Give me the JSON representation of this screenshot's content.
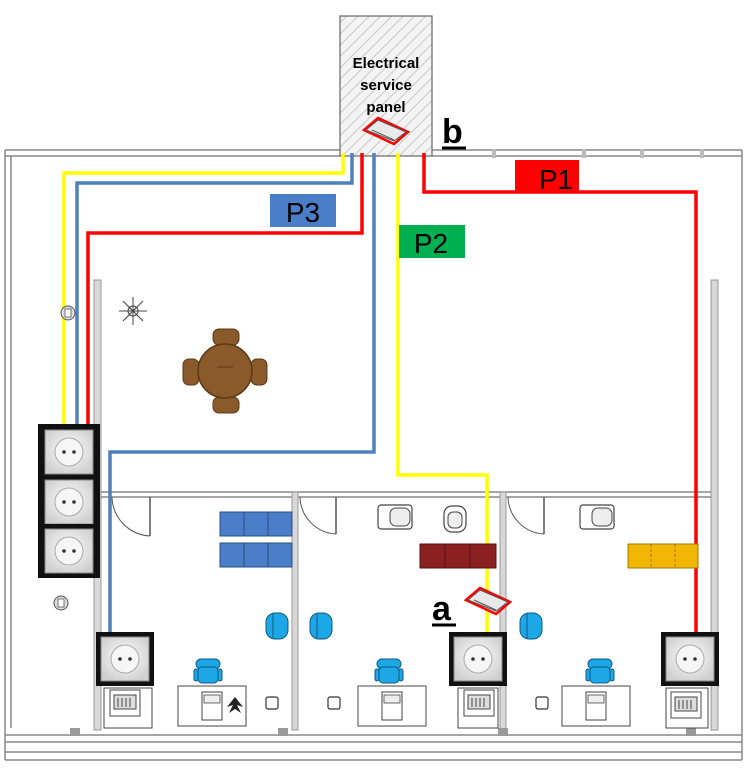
{
  "panel": {
    "line1": "Electrical",
    "line2": "service",
    "line3": "panel"
  },
  "markers": {
    "a": "a",
    "b": "b"
  },
  "paths": [
    {
      "id": "P1",
      "label": "P1",
      "color": "#ff0000",
      "text_color": "#000000"
    },
    {
      "id": "P2",
      "label": "P2",
      "color": "#ffff00",
      "tag_color": "#00b050",
      "text_color": "#000000"
    },
    {
      "id": "P3",
      "label": "P3",
      "color": "#4f81bd",
      "tag_color": "#4a7ec8",
      "text_color": "#000000"
    },
    {
      "id": "P4",
      "label": "",
      "color": "#ffff00"
    }
  ],
  "colors": {
    "wall": "#9a9a9a",
    "wall_fill": "#e6e6e6",
    "socket_frame": "#000000",
    "socket_face": "#ececec",
    "table": "#8b5a2b",
    "chair_blue": "#1ea7e6",
    "shelf_blue": "#4a7ec8",
    "shelf_red": "#8b2020",
    "shelf_yellow": "#f2b705",
    "device_outline": "#ff0000"
  },
  "icons": [
    "socket-icon",
    "router-icon",
    "round-table-icon",
    "office-chair-icon",
    "desk-icon",
    "plant-icon",
    "thermostat-icon",
    "toilet-icon",
    "shelf-icon",
    "printer-icon"
  ]
}
